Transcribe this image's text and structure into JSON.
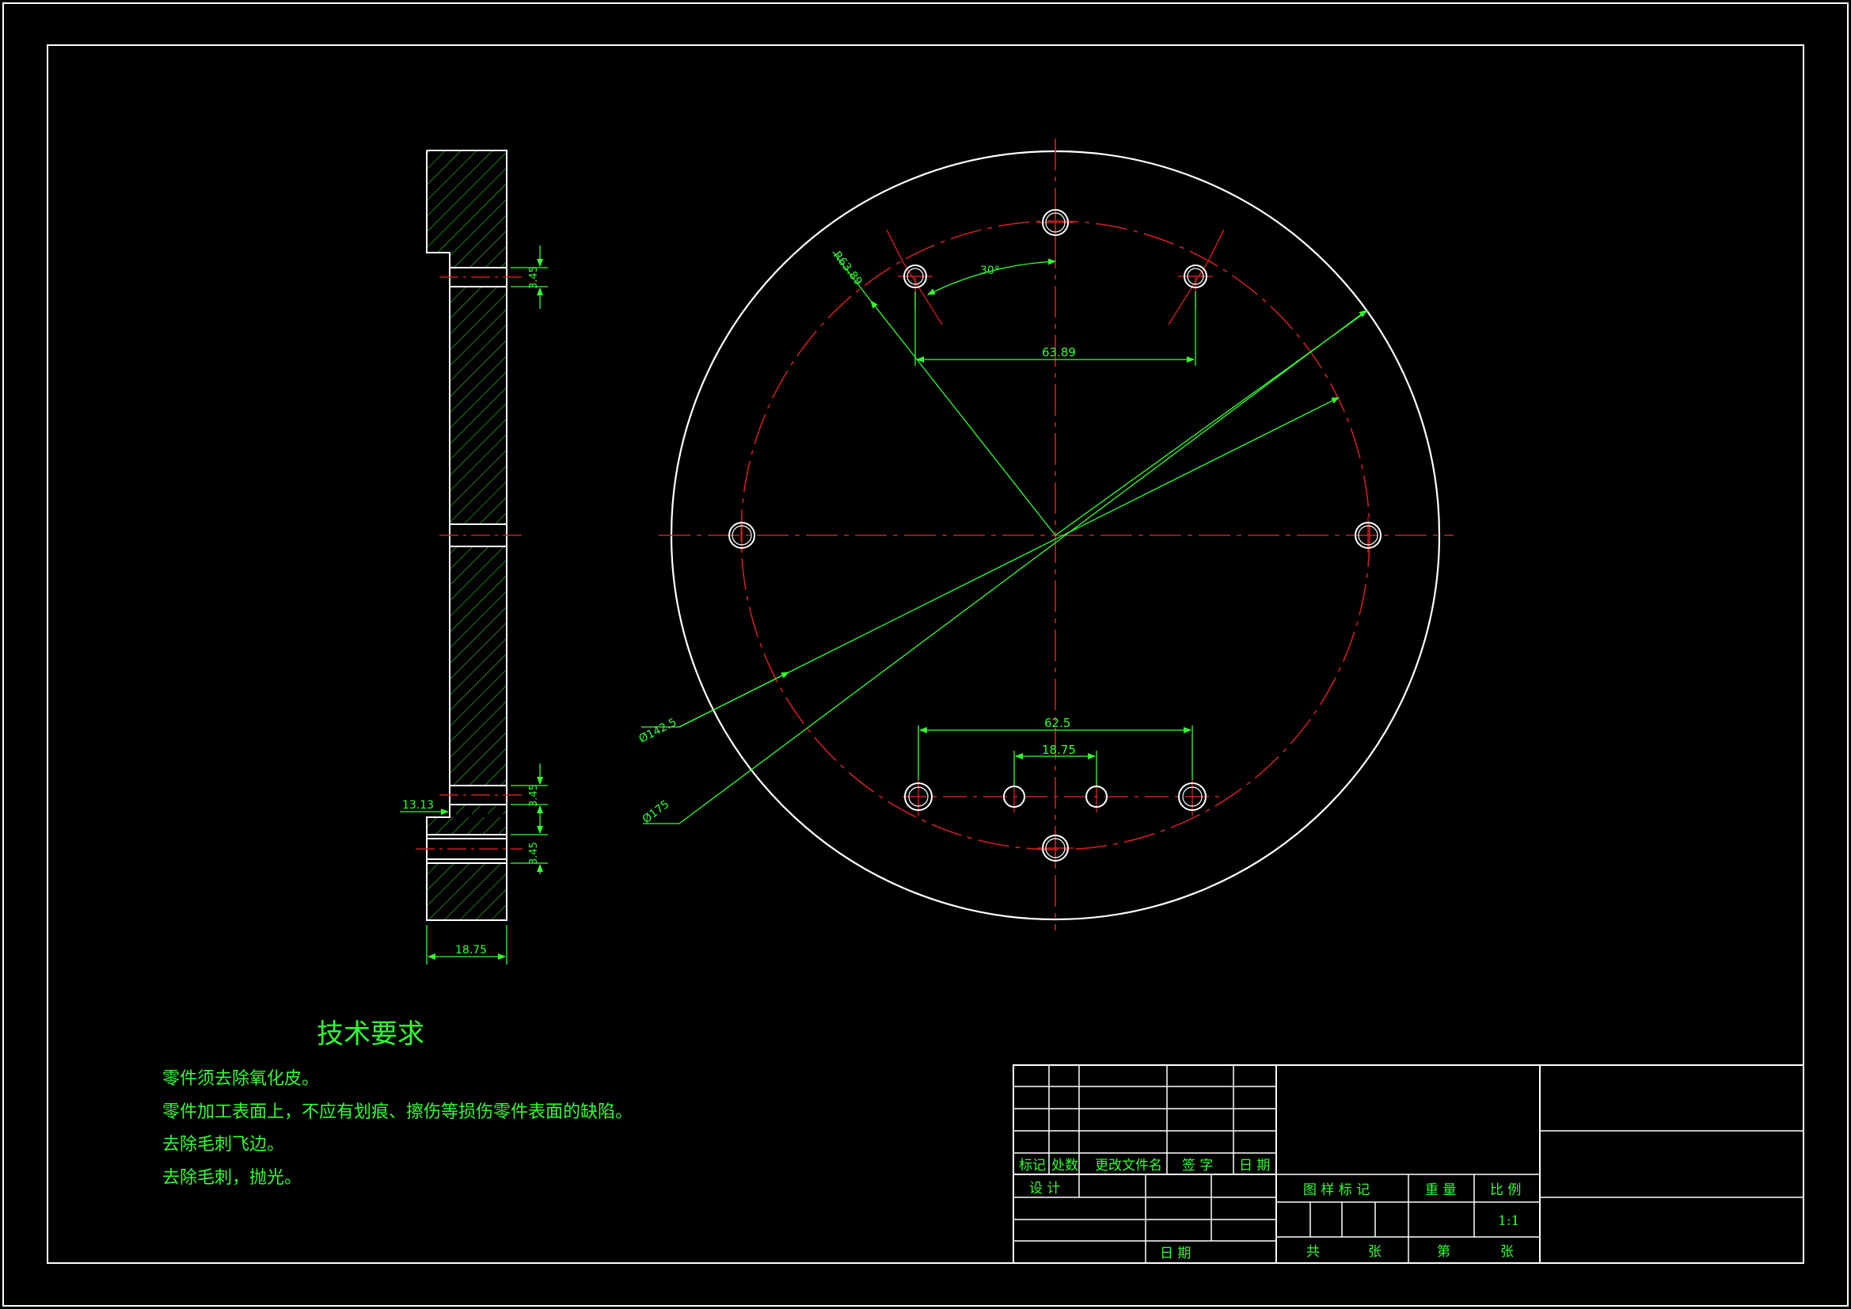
{
  "colors": {
    "background": "#000000",
    "outline": "#ffffff",
    "dimension": "#33ff33",
    "centerline": "#cc1f1f",
    "text": "#33ff33"
  },
  "side_view": {
    "dim_thickness": "18.75",
    "dim_step": "13.13",
    "dim_hole_top": "3.45",
    "dim_hole_bottom": "3.45",
    "dim_hole_bottom2": "3.45"
  },
  "front_view": {
    "dim_outer_dia": "Ø175",
    "dim_pcd": "Ø142.5",
    "dim_radius": "R63.89",
    "dim_angle": "30°",
    "dim_top_spacing": "63.89",
    "dim_bottom_wide": "62.5",
    "dim_bottom_narrow": "18.75"
  },
  "tech_req": {
    "title": "技术要求",
    "items": [
      "零件须去除氧化皮。",
      "零件加工表面上，不应有划痕、擦伤等损伤零件表面的缺陷。",
      "去除毛刺飞边。",
      "去除毛刺，抛光。"
    ]
  },
  "title_block": {
    "mark": "标记",
    "count": "处数",
    "change_doc": "更改文件名",
    "sign": "签 字",
    "date": "日 期",
    "design": "设 计",
    "date2": "日 期",
    "drawing_mark": "图 样 标 记",
    "weight": "重 量",
    "scale": "比 例",
    "scale_value": "1:1",
    "total": "共",
    "sheets": "张",
    "sheet_no": "第",
    "sheets2": "张"
  }
}
